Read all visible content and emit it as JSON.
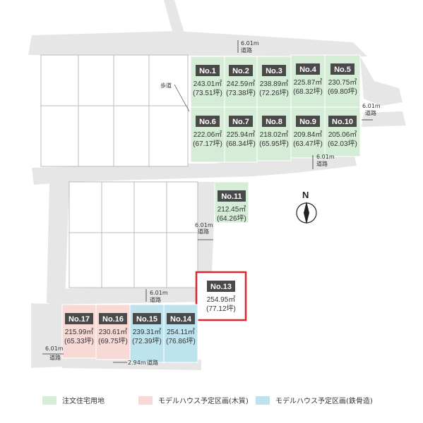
{
  "lots": [
    {
      "id": "1",
      "label": "No.1",
      "area": "243.01㎡",
      "tsubo": "(73.51坪)",
      "type": "custom"
    },
    {
      "id": "2",
      "label": "No.2",
      "area": "242.59㎡",
      "tsubo": "(73.38坪)",
      "type": "custom"
    },
    {
      "id": "3",
      "label": "No.3",
      "area": "238.89㎡",
      "tsubo": "(72.26坪)",
      "type": "custom"
    },
    {
      "id": "4",
      "label": "No.4",
      "area": "225.87㎡",
      "tsubo": "(68.32坪)",
      "type": "custom"
    },
    {
      "id": "5",
      "label": "No.5",
      "area": "230.75㎡",
      "tsubo": "(69.80坪)",
      "type": "custom"
    },
    {
      "id": "6",
      "label": "No.6",
      "area": "222.06㎡",
      "tsubo": "(67.17坪)",
      "type": "custom"
    },
    {
      "id": "7",
      "label": "No.7",
      "area": "225.94㎡",
      "tsubo": "(68.34坪)",
      "type": "custom"
    },
    {
      "id": "8",
      "label": "No.8",
      "area": "218.02㎡",
      "tsubo": "(65.95坪)",
      "type": "custom"
    },
    {
      "id": "9",
      "label": "No.9",
      "area": "209.84㎡",
      "tsubo": "(63.47坪)",
      "type": "custom"
    },
    {
      "id": "10",
      "label": "No.10",
      "area": "205.06㎡",
      "tsubo": "(62.03坪)",
      "type": "custom"
    },
    {
      "id": "11",
      "label": "No.11",
      "area": "212.45㎡",
      "tsubo": "(64.26坪)",
      "type": "custom"
    },
    {
      "id": "13",
      "label": "No.13",
      "area": "254.95㎡",
      "tsubo": "(77.12坪)",
      "type": "highlight"
    },
    {
      "id": "14",
      "label": "No.14",
      "area": "254.11㎡",
      "tsubo": "(76.86坪)",
      "type": "steel"
    },
    {
      "id": "15",
      "label": "No.15",
      "area": "239.31㎡",
      "tsubo": "(72.39坪)",
      "type": "steel"
    },
    {
      "id": "16",
      "label": "No.16",
      "area": "230.61㎡",
      "tsubo": "(69.75坪)",
      "type": "wood"
    },
    {
      "id": "17",
      "label": "No.17",
      "area": "215.99㎡",
      "tsubo": "(65.33坪)",
      "type": "wood"
    }
  ],
  "roads": {
    "top": {
      "width": "6.01m",
      "name": "道路"
    },
    "right": {
      "width": "6.01m",
      "name": "道路"
    },
    "middle": {
      "width": "6.01m",
      "name": "道路"
    },
    "center": {
      "width": "6.01m",
      "name": "道路"
    },
    "lower": {
      "width": "6.01m",
      "name": "道路"
    },
    "left": {
      "width": "6.01m",
      "name": "道路"
    },
    "bottom": {
      "width": "2.94m",
      "name": "道路"
    }
  },
  "sidewalk": "歩道",
  "north": "N",
  "legend": [
    {
      "label": "注文住宅用地",
      "color": "#d5ecd6"
    },
    {
      "label": "モデルハウス予定区画(木質)",
      "color": "#f7d9d6"
    },
    {
      "label": "モデルハウス予定区画(鉄骨造)",
      "color": "#bde3ef"
    }
  ],
  "colors": {
    "custom": "#d5ecd6",
    "wood": "#f7d9d6",
    "steel": "#bde3ef",
    "highlight_border": "#e0262a",
    "label_bg": "#4a4a4a",
    "road": "#e6e6e6"
  }
}
